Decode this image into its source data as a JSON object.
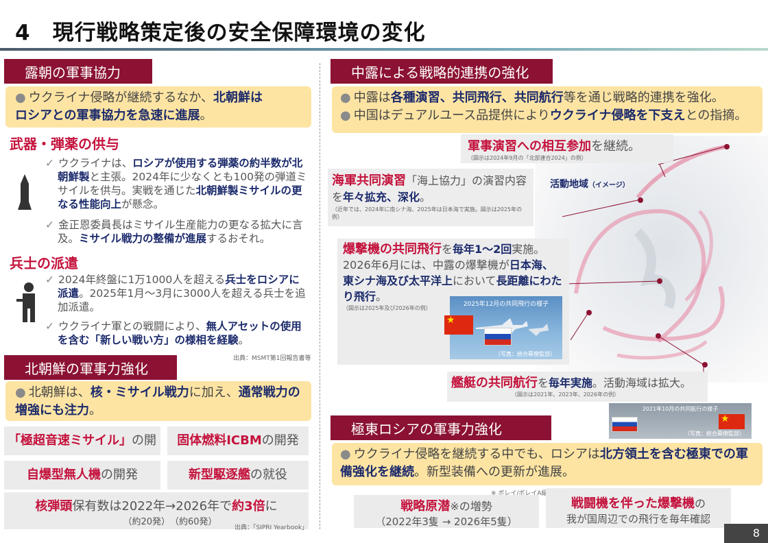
{
  "page": {
    "title": "4　現行戦略策定後の安全保障環境の変化",
    "page_number": "8"
  },
  "left": {
    "sec1": "露朝の軍事協力",
    "box1_a": "ウクライナ侵略が継続するなか、",
    "box1_b": "北朝鮮は",
    "box1_c": "ロシアとの軍事協力を急速に進展",
    "box1_d": "。",
    "h_weapons": "武器・弾薬の供与",
    "w1_a": "ウクライナは、",
    "w1_b": "ロシアが使用する弾薬の約半数が",
    "w1_c": "北朝鮮製",
    "w1_d": "と主張。2024年に少なくとも100発の弾道ミサイルを供与。実戦を通じた",
    "w1_e": "北朝鮮製ミサイルの更なる性能向上",
    "w1_f": "が懸念。",
    "w2_a": "金正恩委員長はミサイル生産能力の更なる拡大に言及。",
    "w2_b": "ミサイル戦力の整備が進展",
    "w2_c": "するおそれ。",
    "h_soldiers": "兵士の派遣",
    "s1_a": "2024年終盤に1万1000人を超える",
    "s1_b": "兵士をロシアに派遣",
    "s1_c": "。2025年1月～3月に3000人を超える兵士を追加派遣。",
    "s2_a": "ウクライナ軍との戦闘により、",
    "s2_b": "無人アセットの使用を含む「新しい戦い方」の様相を経験",
    "s2_c": "。",
    "src1": "出典：MSMT第1回報告書等",
    "sec2": "北朝鮮の軍事力強化",
    "box2_a": "北朝鮮は、",
    "box2_b": "核・ミサイル戦力",
    "box2_c": "に加え、",
    "box2_d": "通常戦力の増強にも注力",
    "box2_e": "。",
    "g1_a": "「極超音速ミサイル」",
    "g1_b": "の開発",
    "g2_a": "固体燃料ICBM",
    "g2_b": "の開発",
    "g3_a": "自爆型無人機",
    "g3_b": "の開発",
    "g4_a": "新型駆逐艦",
    "g4_b": "の就役",
    "g5_a": "核弾頭",
    "g5_b": "保有数は2022年→2026年で",
    "g5_c": "約3倍",
    "g5_d": "に",
    "g5_e": "（約20発）",
    "g5_f": "（約60発）",
    "src2": "出典：「SIPRI Yearbook」"
  },
  "right": {
    "sec1": "中露による戦略的連携の強化",
    "b1_a": "中露は",
    "b1_b": "各種演習、共同飛行、共同航行",
    "b1_c": "等を通じ戦略的連携を強化。",
    "b2_a": "中国はデュアルユース品提供により",
    "b2_b": "ウクライナ侵略を下支え",
    "b2_c": "との指摘。",
    "ex_a": "軍事演習への相互参加",
    "ex_b": "を継続。",
    "ex_note": "（図示は2024年9月の「北部連合2024」の例）",
    "map_label": "活動地域",
    "map_label_small": "（イメージ）",
    "naval_a": "海軍共同演習",
    "naval_b": "「海上協力」の演習内容を",
    "naval_c": "年々拡充、深化",
    "naval_d": "。",
    "naval_note": "（近年では、2024年に南シナ海、2025年は日本海で実施。図示は2025年の例）",
    "bomb_a": "爆撃機の共同飛行",
    "bomb_b": "を",
    "bomb_c": "毎年1～2回",
    "bomb_d": "実施。",
    "bomb_e": "2026年6月には、中露の爆撃機が",
    "bomb_f": "日本海、東シナ海及び太平洋上",
    "bomb_g": "において",
    "bomb_h": "長距離にわたり飛行",
    "bomb_i": "。",
    "bomb_note": "（図示は2025年及び2026年の例）",
    "photo1_caption": "2025年12月の共同飛行の様子",
    "photo1_credit": "（写真：統合幕僚監部）",
    "ship_a": "艦艇の共同航行",
    "ship_b": "を",
    "ship_c": "毎年実施",
    "ship_d": "。活動海域は拡大。",
    "ship_note": "（図示は2021年、2023年、2026年の例）",
    "photo2_caption": "2021年10月の共同航行の様子",
    "photo2_credit": "（写真：統合幕僚監部）",
    "sec2": "極東ロシアの軍事力強化",
    "box3_a": "ウクライナ侵略を継続する中でも、ロシアは",
    "box3_b": "北方領土を含む極東での軍備強化を継続",
    "box3_c": "。新型装備への更新が進展。",
    "g6_a": "戦略原潜",
    "g6_b": "※の増勢",
    "g6_c": "（2022年3隻 → 2026年5隻）",
    "g6_note": "※ ボレイ/ボレイA級",
    "g7_a": "戦闘機を伴った爆撃機",
    "g7_b": "の",
    "g7_c": "我が国周辺での飛行を毎年確認"
  },
  "colors": {
    "section_header": "#8b1232",
    "highlight_box": "#fde4a3",
    "emphasis_navy": "#1b2a6b",
    "emphasis_red": "#c4123c"
  }
}
